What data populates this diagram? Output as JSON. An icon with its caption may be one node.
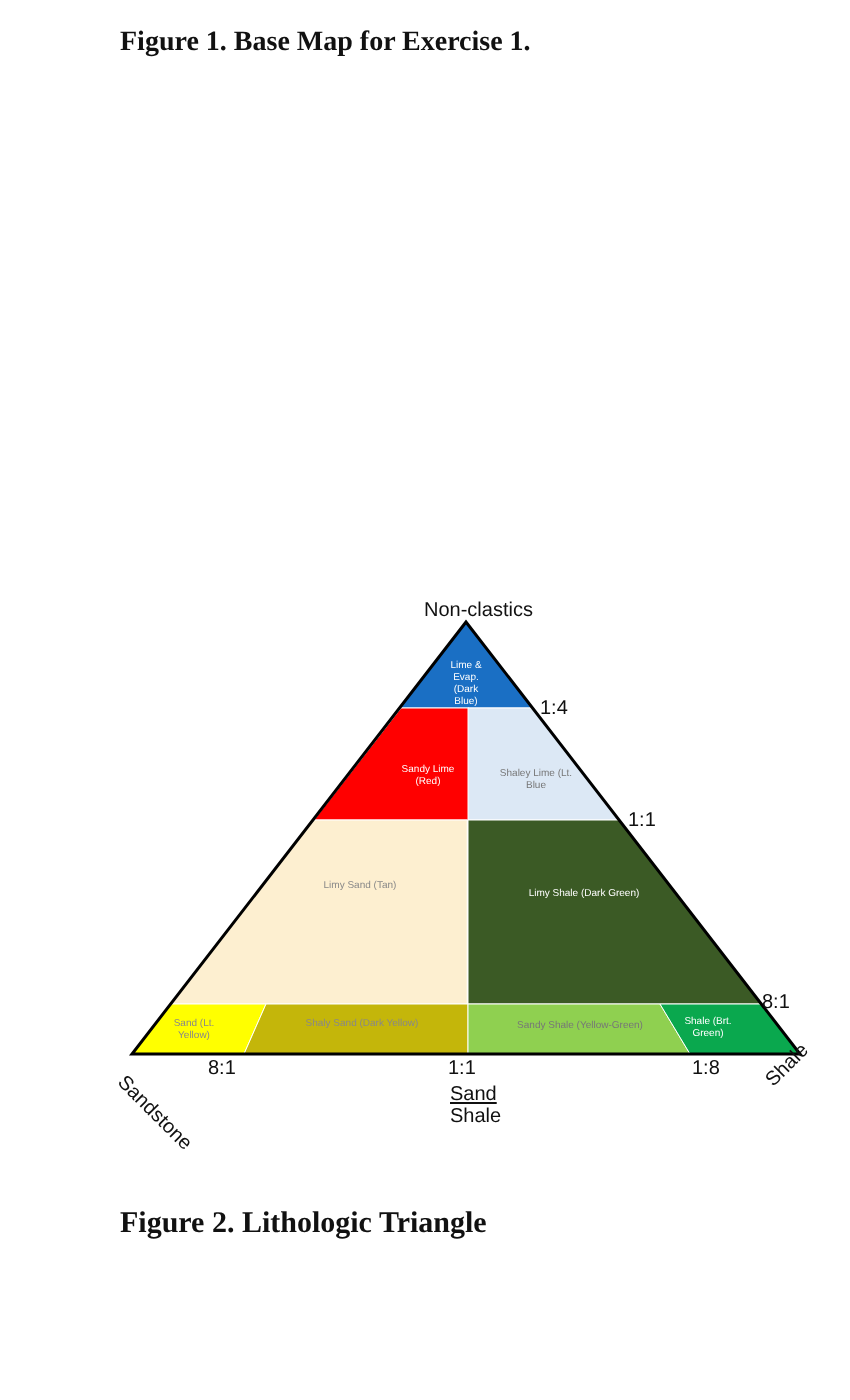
{
  "diagram": {
    "title": "Figure 1. Base Map for Exercise 1.",
    "caption": "Figure 2. Lithologic Triangle",
    "nodes": [
      {
        "text": [
          "Lime & Evap. (Dark Blue)"
        ]
      },
      {
        "text": [
          "Sandy Lime (Red)"
        ]
      },
      {
        "text": [
          "Shaley Lime (Lt. Blue"
        ]
      },
      {
        "text": [
          "Limy Sand (Tan)"
        ]
      },
      {
        "text": [
          "Limy Shale (Dark Green)"
        ]
      },
      {
        "text": [
          "Sand (Lt. Yellow)"
        ]
      },
      {
        "text": [
          "Shaly Sand (Dark Yellow)"
        ]
      },
      {
        "text": [
          "Sandy Shale (Yellow-Green)"
        ]
      },
      {
        "text": [
          "Shale (Brt. Green)"
        ]
      }
    ],
    "labels": [
      "Non-clastics",
      "1:4",
      "1:1",
      "8:1",
      "Sandstone",
      "8:1",
      "1:1",
      "1:8",
      "Shale",
      "Sand",
      "Shale"
    ]
  }
}
